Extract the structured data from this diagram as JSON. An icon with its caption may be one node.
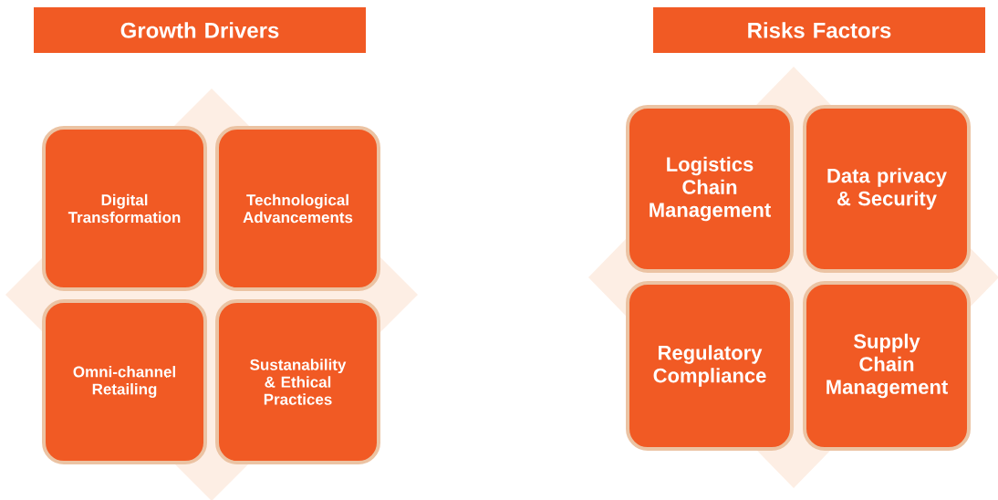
{
  "diagram": {
    "nodes": [
      {
        "text": [
          "Growth Drivers"
        ]
      },
      {
        "text": [
          "Digital Transformation"
        ]
      },
      {
        "text": [
          "Technological Advancements"
        ]
      },
      {
        "text": [
          "Omni-channel Retailing"
        ]
      },
      {
        "text": [
          "Sustanability & Ethical Practices"
        ]
      },
      {
        "text": [
          "Risks Factors"
        ]
      },
      {
        "text": [
          "Logistics Chain Management"
        ]
      },
      {
        "text": [
          "Data privacy & Security"
        ]
      },
      {
        "text": [
          "Regulatory Compliance"
        ]
      },
      {
        "text": [
          "Supply Chain Management"
        ]
      }
    ]
  }
}
